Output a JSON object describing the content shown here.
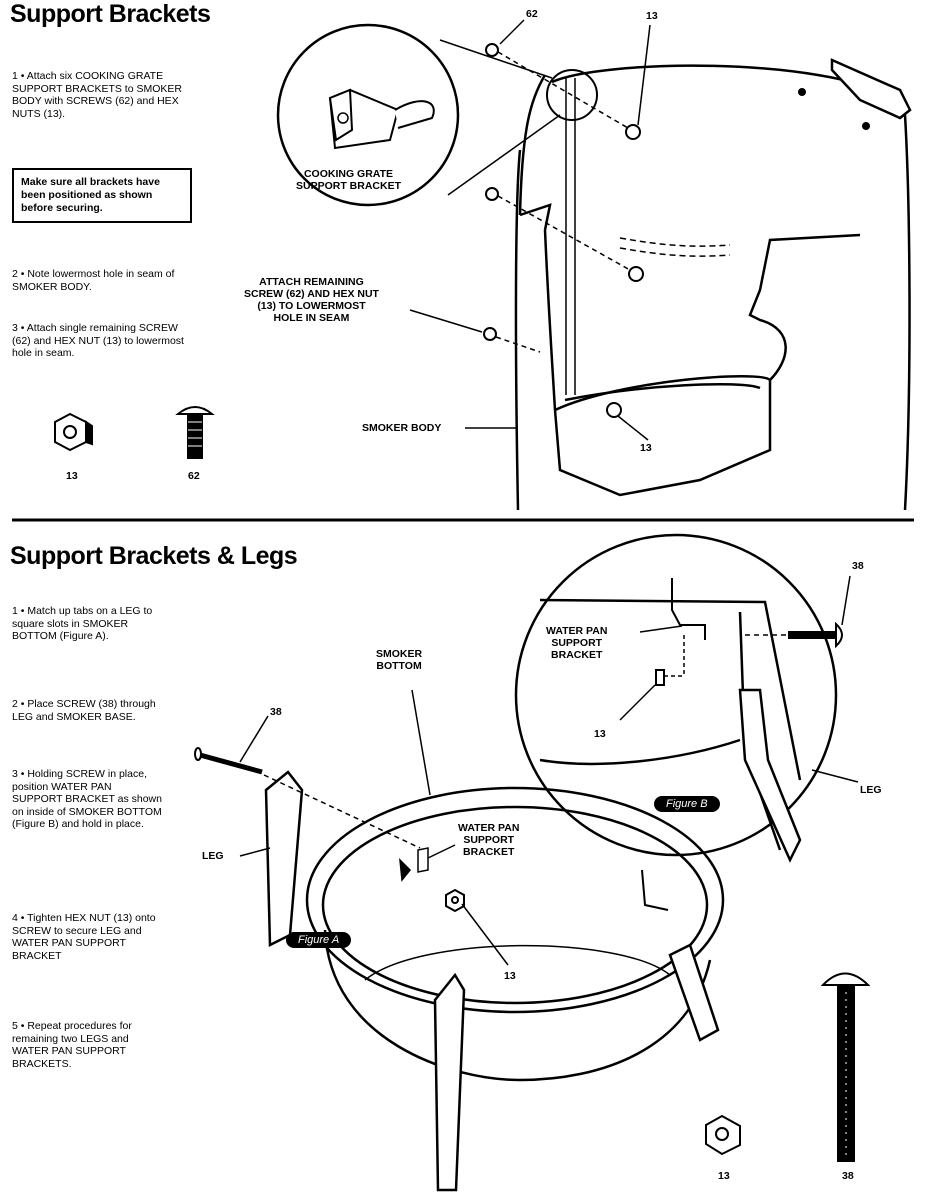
{
  "section1": {
    "title": "Support Brackets",
    "step1": "1 • Attach six COOKING GRATE SUPPORT BRACKETS to SMOKER BODY with SCREWS (62) and HEX NUTS (13).",
    "note": "Make sure all brackets have been positioned as shown before securing.",
    "step2": "2 • Note lowermost hole in seam of SMOKER BODY.",
    "step3": "3 • Attach single remaining SCREW (62) and HEX NUT (13) to lowermost hole in seam.",
    "part_nut": "13",
    "part_screw": "62",
    "label_bracket": "COOKING GRATE\nSUPPORT BRACKET",
    "label_attach": "ATTACH REMAINING\nSCREW (62) AND HEX NUT\n(13) TO LOWERMOST\nHOLE IN SEAM",
    "label_body": "SMOKER BODY",
    "callout_62": "62",
    "callout_13a": "13",
    "callout_13b": "13"
  },
  "section2": {
    "title": "Support Brackets & Legs",
    "step1": "1 • Match up tabs on a LEG to square slots in SMOKER BOTTOM (Figure A).",
    "step2": "2 • Place SCREW (38) through LEG and SMOKER BASE.",
    "step3": "3 • Holding SCREW in place, position WATER PAN SUPPORT BRACKET as shown on inside of SMOKER BOTTOM (Figure B) and hold in place.",
    "step4": "4 • Tighten HEX NUT (13) onto SCREW to secure LEG and WATER PAN SUPPORT BRACKET",
    "step5": "5 • Repeat procedures for remaining two LEGS and WATER PAN SUPPORT BRACKETS.",
    "label_smoker_bottom": "SMOKER\nBOTTOM",
    "label_wp_bracket_a": "WATER PAN\nSUPPORT\nBRACKET",
    "label_wp_bracket_b": "WATER PAN\nSUPPORT\nBRACKET",
    "label_leg_left": "LEG",
    "label_leg_right": "LEG",
    "figure_a": "Figure A",
    "figure_b": "Figure B",
    "callout_38a": "38",
    "callout_38b": "38",
    "callout_13a": "13",
    "callout_13b": "13",
    "part_nut": "13",
    "part_screw": "38"
  }
}
